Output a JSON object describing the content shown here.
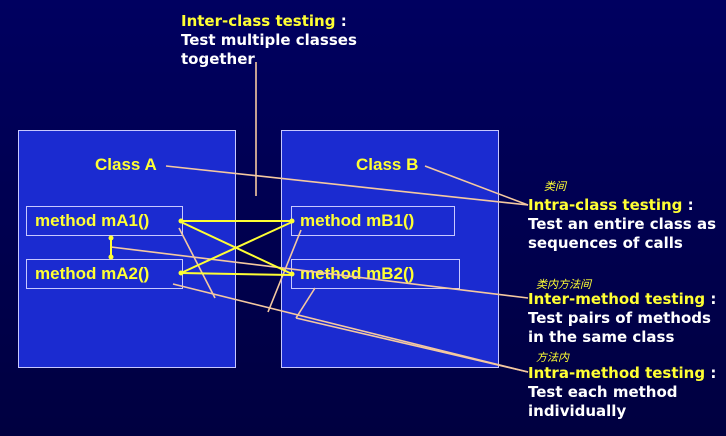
{
  "inter_class": {
    "title": "Inter-class testing",
    "colon": " :",
    "line1": "Test multiple classes",
    "line2": "together"
  },
  "class_a": {
    "title": "Class A",
    "method1": "method mA1()",
    "method2": "method mA2()"
  },
  "class_b": {
    "title": "Class B",
    "method1": "method mB1()",
    "method2": "method mB2()"
  },
  "intra_class": {
    "note": "类间",
    "title": "Intra-class testing",
    "colon": " :",
    "line1": "Test an entire class as",
    "line2": "sequences of calls"
  },
  "inter_method": {
    "note": "类内方法间",
    "title": "Inter-method testing",
    "colon": " :",
    "line1": "Test pairs of methods",
    "line2": "in the same class"
  },
  "intra_method": {
    "note": "方法内",
    "title": "Intra-method testing",
    "colon": " :",
    "line1": "Test each method",
    "line2": "individually"
  },
  "colors": {
    "background": "#000050",
    "box": "#1b2bd0",
    "text_highlight": "#ffff33",
    "peach_line": "#f5c9a0",
    "yellow_line": "#ffff33"
  }
}
